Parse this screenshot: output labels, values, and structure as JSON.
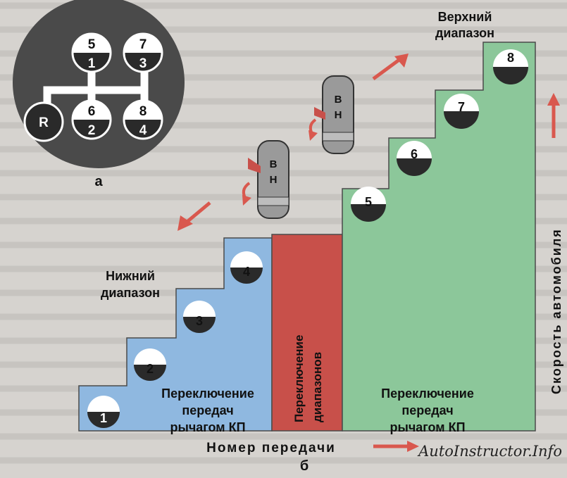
{
  "shift_pattern": {
    "caption": "а",
    "reverse": "R",
    "gears": [
      {
        "top": "5",
        "bottom": "1"
      },
      {
        "top": "7",
        "bottom": "3"
      },
      {
        "top": "6",
        "bottom": "2"
      },
      {
        "top": "8",
        "bottom": "4"
      }
    ]
  },
  "range_lever": {
    "high_mark": "В",
    "low_mark": "Н"
  },
  "labels": {
    "high_range": "Верхний\nдиапазон",
    "low_range": "Нижний\nдиапазон",
    "range_switch": "Переключение\nдиапазонов",
    "shift_left": "Переключение\nпередач\nрычагом КП",
    "shift_right": "Переключение\nпередач\nрычагом КП",
    "gear_number": "Номер передачи",
    "vehicle_speed": "Скорость автомобиля",
    "caption_b": "б"
  },
  "low_steps": [
    "1",
    "2",
    "3",
    "4"
  ],
  "high_steps": [
    "5",
    "6",
    "7",
    "8"
  ],
  "watermark": "AutoInstructor.Info",
  "colors": {
    "low_zone": "#8fb8e0",
    "range_zone": "#c8504a",
    "high_zone": "#8cc79a",
    "arrow": "#d9584e",
    "circle_dark": "#2a2a2a",
    "disc": "#4a4a4a"
  }
}
